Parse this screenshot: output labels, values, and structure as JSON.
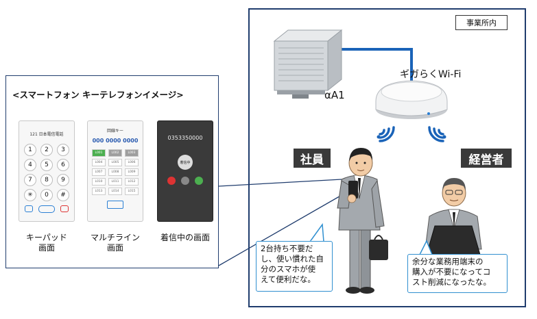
{
  "office": {
    "label": "事業所内"
  },
  "devices": {
    "router_label": "αA1",
    "wifi_label": "ギガらくWi-Fi"
  },
  "roles": {
    "employee": "社員",
    "manager": "経営者"
  },
  "panel": {
    "title": "<スマートフォン キーテレフォンイメージ>",
    "screens": [
      {
        "caption_line1": "キーパッド",
        "caption_line2": "画面"
      },
      {
        "caption_line1": "マルチライン",
        "caption_line2": "画面"
      },
      {
        "caption_line1": "着信中の画面",
        "caption_line2": ""
      }
    ]
  },
  "keypad_screen": {
    "number": "121 日本電信電話",
    "keys": [
      "1",
      "2",
      "3",
      "4",
      "5",
      "6",
      "7",
      "8",
      "9",
      "✳",
      "0",
      "#"
    ]
  },
  "multiline_screen": {
    "header": "回線キー",
    "number": "000 0000 0000",
    "lines": [
      "L001",
      "L002",
      "L003",
      "L004",
      "L005",
      "L006",
      "L007",
      "L008",
      "L009",
      "L010",
      "L011",
      "L012",
      "L013",
      "L014",
      "L015"
    ]
  },
  "incoming_screen": {
    "number": "0353350000",
    "status": "着信中"
  },
  "bubbles": {
    "employee": [
      "2台持ち不要だ",
      "し、使い慣れた自",
      "分のスマホが使",
      "えて便利だな。"
    ],
    "manager": [
      "余分な業務用端末の",
      "購入が不要になってコ",
      "スト削減になったな。"
    ]
  },
  "colors": {
    "frame": "#1f3c6d",
    "cable": "#1a63b8",
    "role_tag": "#3a3a3a",
    "bubble_border": "#2f8fd0",
    "green_key": "#4caf50"
  }
}
